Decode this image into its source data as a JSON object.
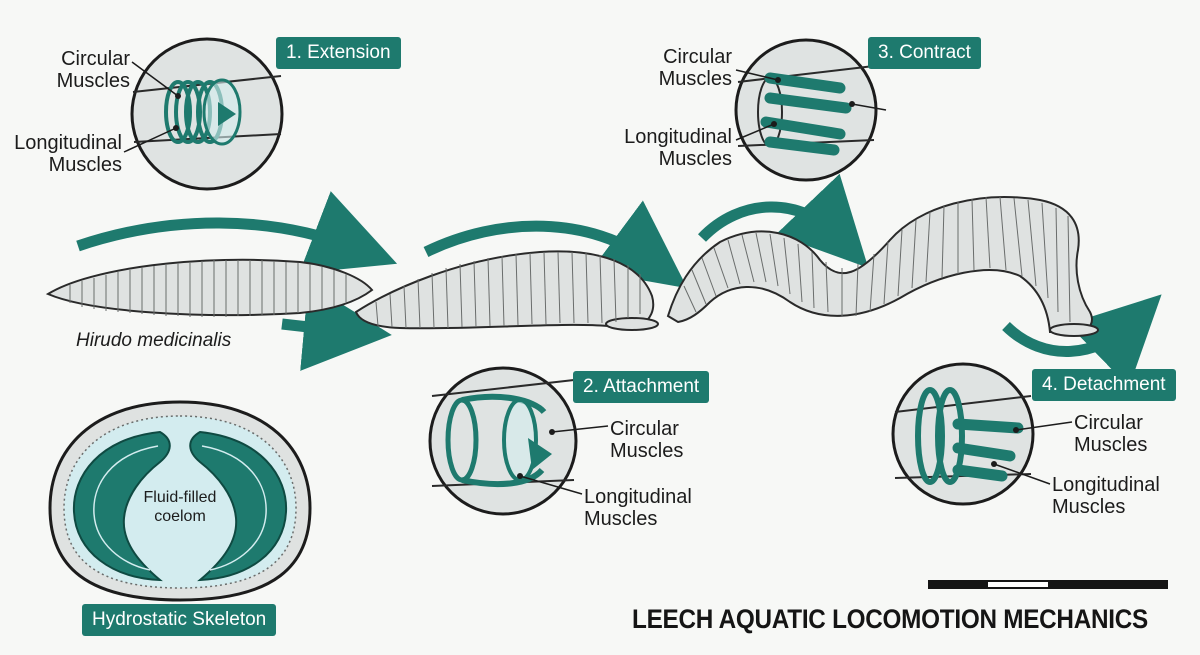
{
  "title": "LEECH AQUATIC LOCOMOTION MECHANICS",
  "species": "Hirudo medicinalis",
  "stages": [
    {
      "badge": "1. Extension",
      "circular": "Circular\nMuscles",
      "longitudinal": "Longitudinal\nMuscles"
    },
    {
      "badge": "2. Attachment",
      "circular": "Circular\nMuscles",
      "longitudinal": "Longitudinal\nMuscles"
    },
    {
      "badge": "3. Contract",
      "circular": "Circular\nMuscles",
      "longitudinal": "Longitudinal\nMuscles"
    },
    {
      "badge": "4. Detachment",
      "circular": "Circular\nMuscles",
      "longitudinal": "Longitudinal\nMuscles"
    }
  ],
  "cross_section": {
    "label": "Hydrostatic Skeleton",
    "coelom": "Fluid-filled\ncoelom"
  },
  "colors": {
    "accent": "#1e7a6e",
    "body_fill": "#dfe2e1",
    "coelom_fill": "#d3ecef",
    "ink": "#2a2a2a"
  }
}
